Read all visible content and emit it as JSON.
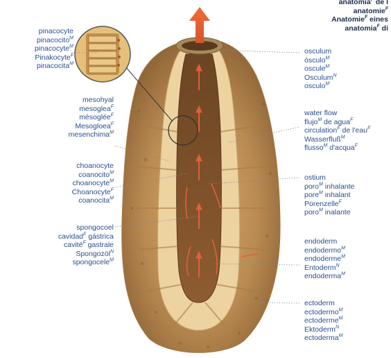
{
  "title_lines": [
    {
      "text": "anatomía",
      "sup": "F",
      "tail": " de l"
    },
    {
      "text": "anatomie",
      "sup": "F",
      "tail": ""
    },
    {
      "text": "Anatomie",
      "sup": "F",
      "tail": " eines"
    },
    {
      "text": "anatomia",
      "sup": "F",
      "tail": " di"
    }
  ],
  "labels": {
    "pinacocyte": [
      {
        "text": "pinacocyte",
        "sup": ""
      },
      {
        "text": "pinacocito",
        "sup": "M"
      },
      {
        "text": "pinacocyte",
        "sup": "M"
      },
      {
        "text": "Pinakocyte",
        "sup": "F"
      },
      {
        "text": "pinacocita",
        "sup": "M"
      }
    ],
    "mesohyal": [
      {
        "text": "mesohyal",
        "sup": ""
      },
      {
        "text": "mesoglea",
        "sup": "F"
      },
      {
        "text": "mésoglée",
        "sup": "F"
      },
      {
        "text": "Mesogloea",
        "sup": "F"
      },
      {
        "text": "mesenchima",
        "sup": "M"
      }
    ],
    "choanocyte": [
      {
        "text": "choanocyte",
        "sup": ""
      },
      {
        "text": "coanocito",
        "sup": "M"
      },
      {
        "text": "choanocyte",
        "sup": "M"
      },
      {
        "text": "Choanocyte",
        "sup": "F"
      },
      {
        "text": "coanocita",
        "sup": "M"
      }
    ],
    "spongocoel": [
      {
        "text": "spongocoel",
        "sup": ""
      },
      {
        "text": "cavidad",
        "sup": "F",
        "tail": " gástrica"
      },
      {
        "text": "cavité",
        "sup": "F",
        "tail": " gastrale"
      },
      {
        "text": "Spongozöl",
        "sup": "N"
      },
      {
        "text": "spongocele",
        "sup": "M"
      }
    ],
    "osculum": [
      {
        "text": "osculum",
        "sup": ""
      },
      {
        "text": "ósculo",
        "sup": "M"
      },
      {
        "text": "oscule",
        "sup": "M"
      },
      {
        "text": "Osculum",
        "sup": "N"
      },
      {
        "text": "osculo",
        "sup": "M"
      }
    ],
    "water_flow": [
      {
        "text": "water flow",
        "sup": ""
      },
      {
        "text": "flujo",
        "sup": "M",
        "tail": " de agua",
        "sup2": "F"
      },
      {
        "text": "circulation",
        "sup": "F",
        "tail": " de l'eau",
        "sup2": "F"
      },
      {
        "text": "Wasserfluß",
        "sup": "M"
      },
      {
        "text": "flusso",
        "sup": "M",
        "tail": " d'acqua",
        "sup2": "F"
      }
    ],
    "ostium": [
      {
        "text": "ostium",
        "sup": ""
      },
      {
        "text": "poro",
        "sup": "M",
        "tail": " inhalante"
      },
      {
        "text": "pore",
        "sup": "M",
        "tail": " inhalant"
      },
      {
        "text": "Porenzelle",
        "sup": "F"
      },
      {
        "text": "poro",
        "sup": "M",
        "tail": " inalante"
      }
    ],
    "endoderm": [
      {
        "text": "endoderm",
        "sup": ""
      },
      {
        "text": "endodermo",
        "sup": "M"
      },
      {
        "text": "endoderme",
        "sup": "M"
      },
      {
        "text": "Entoderm",
        "sup": "N"
      },
      {
        "text": "endoderma",
        "sup": "M"
      }
    ],
    "ectoderm": [
      {
        "text": "ectoderm",
        "sup": ""
      },
      {
        "text": "ectodermo",
        "sup": "M"
      },
      {
        "text": "ectoderme",
        "sup": "M"
      },
      {
        "text": "Ektoderm",
        "sup": "N"
      },
      {
        "text": "ectoderma",
        "sup": "M"
      }
    ]
  },
  "colors": {
    "label_text": "#2a4d8f",
    "leader_line": "#8a8a8a",
    "arrow": "#e0603a",
    "outer_body": "#c89a5e",
    "mesohyl": "#e8c88e",
    "cavity": "#8a5a30"
  }
}
